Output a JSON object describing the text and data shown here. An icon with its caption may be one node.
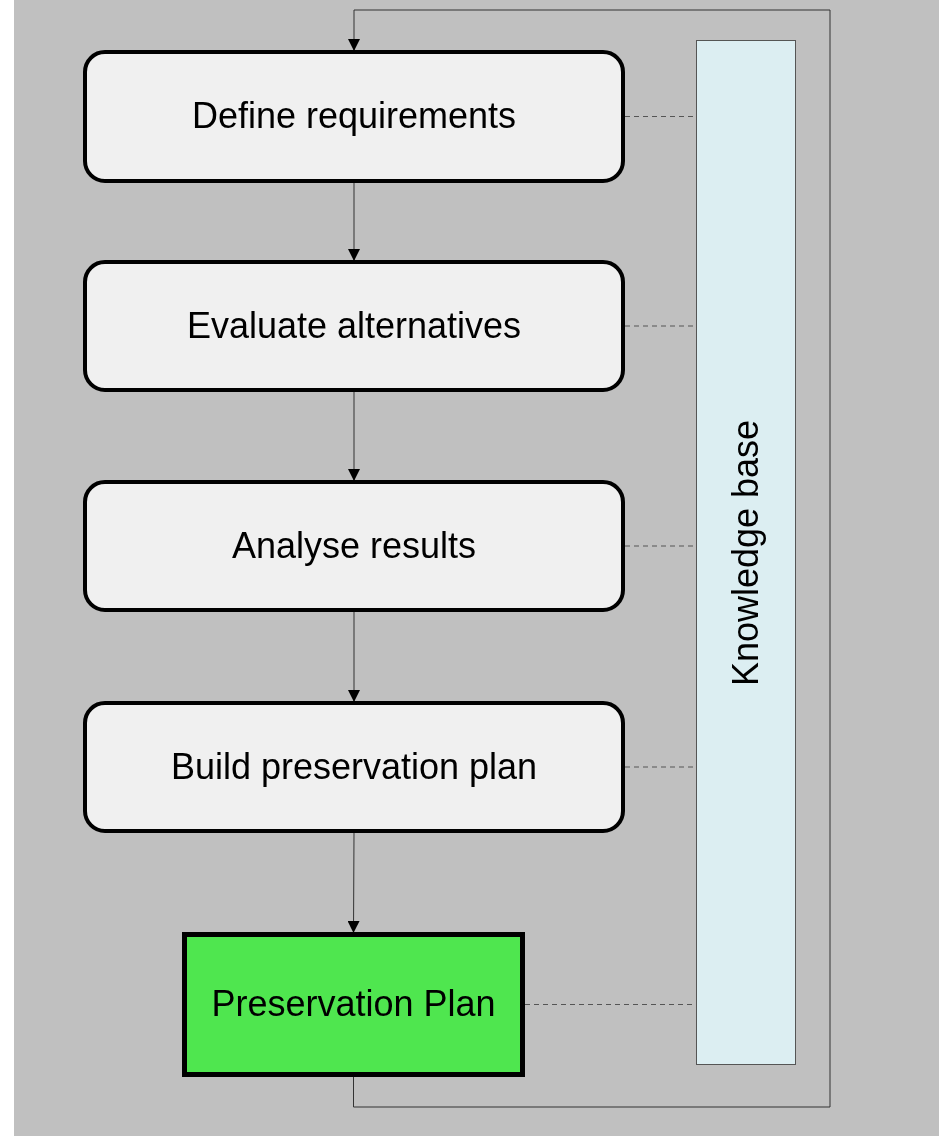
{
  "diagram": {
    "nodes": [
      {
        "text": [
          "Define requirements"
        ]
      },
      {
        "text": [
          "Evaluate alternatives"
        ]
      },
      {
        "text": [
          "Analyse results"
        ]
      },
      {
        "text": [
          "Build preservation plan"
        ]
      },
      {
        "text": [
          "Preservation Plan"
        ]
      },
      {
        "text": [
          "Knowledge base"
        ]
      }
    ],
    "edges": [
      {
        "from": 0,
        "to": 1,
        "arrow": "to"
      },
      {
        "from": 1,
        "to": 2,
        "arrow": "to"
      },
      {
        "from": 2,
        "to": 3,
        "arrow": "to"
      },
      {
        "from": 3,
        "to": 4,
        "arrow": "to"
      },
      {
        "from": 4,
        "to": 0,
        "arrow": "to"
      },
      {
        "from": 0,
        "to": 5,
        "arrow": "none",
        "style": "dashed",
        "color": "#555555"
      },
      {
        "from": 1,
        "to": 5,
        "arrow": "none",
        "style": "dashed",
        "color": "#555555"
      },
      {
        "from": 2,
        "to": 5,
        "arrow": "none",
        "style": "dashed",
        "color": "#555555"
      },
      {
        "from": 3,
        "to": 5,
        "arrow": "none",
        "style": "dashed",
        "color": "#555555"
      },
      {
        "from": 4,
        "to": 5,
        "arrow": "none",
        "style": "dashed",
        "color": "#555555"
      }
    ]
  }
}
